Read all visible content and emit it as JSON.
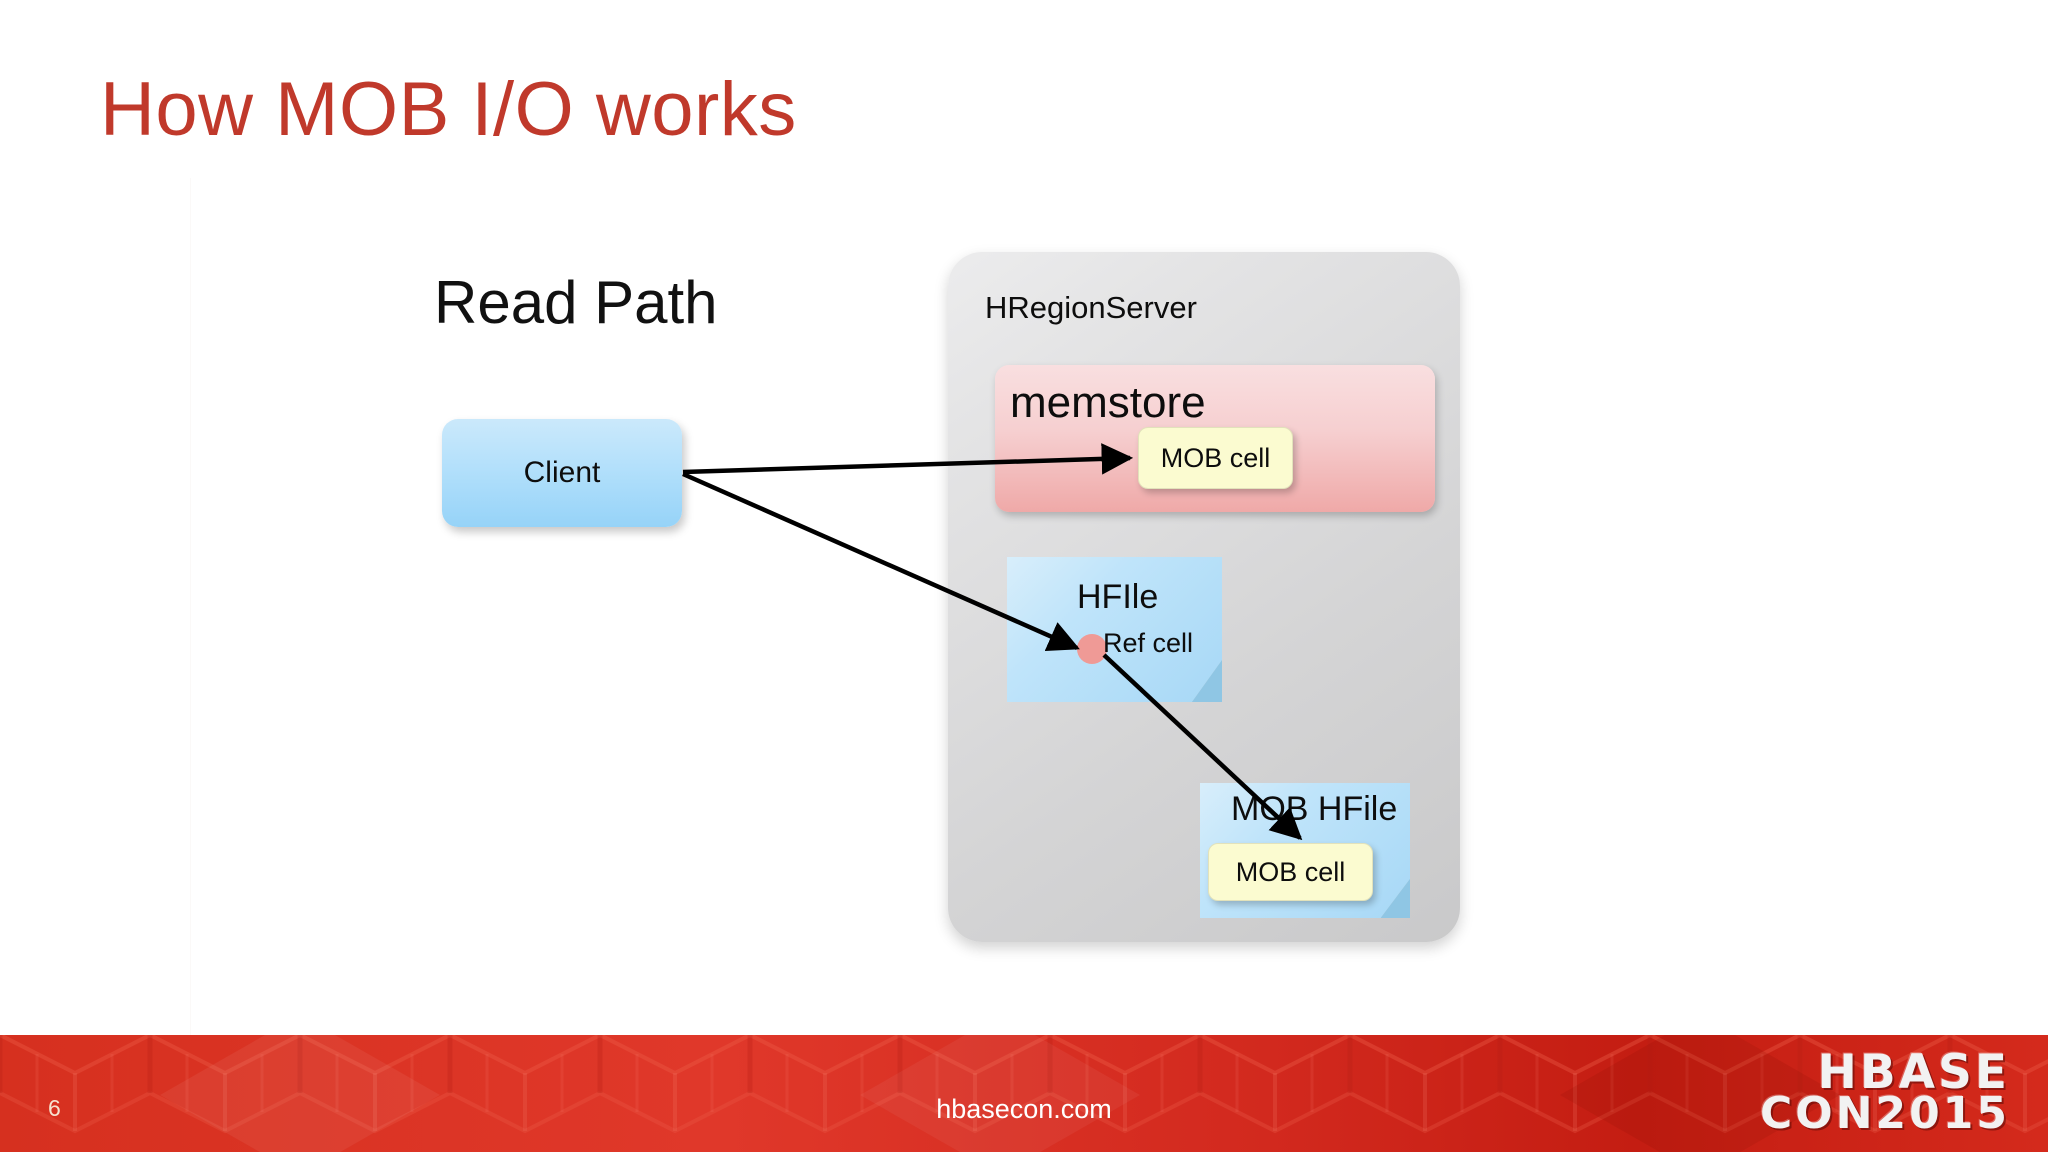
{
  "slide": {
    "title": "How MOB I/O works",
    "title_color": "#c0392b",
    "background": "#ffffff"
  },
  "diagram": {
    "section_label": "Read Path",
    "client": {
      "label": "Client",
      "fill": "#b3e0fb"
    },
    "region_server": {
      "label": "HRegionServer",
      "fill": "#d9d9da",
      "memstore": {
        "label": "memstore",
        "fill": "#f3c3c3",
        "cell": {
          "label": "MOB cell",
          "fill": "#fbfbd0"
        }
      },
      "hfile": {
        "label": "HFIle",
        "fill": "#bfe4fa",
        "ref_cell_label": "Ref cell",
        "ref_dot_color": "#ef9a96"
      },
      "mob_hfile": {
        "label": "MOB HFile",
        "fill": "#bfe4fa",
        "cell": {
          "label": "MOB cell",
          "fill": "#fbfbd0"
        }
      }
    },
    "arrows": [
      {
        "name": "client-to-memstore-mobcell",
        "from": "Client",
        "to": "MOB cell (memstore)"
      },
      {
        "name": "client-to-hfile-refcell",
        "from": "Client",
        "to": "Ref cell (HFIle)"
      },
      {
        "name": "refcell-to-mob-hfile-cell",
        "from": "Ref cell",
        "to": "MOB cell (MOB HFile)"
      }
    ]
  },
  "footer": {
    "page_number": "6",
    "url": "hbasecon.com",
    "band_color": "#d2291e",
    "logo_line1": "HBASE",
    "logo_line2": "CON2015"
  }
}
